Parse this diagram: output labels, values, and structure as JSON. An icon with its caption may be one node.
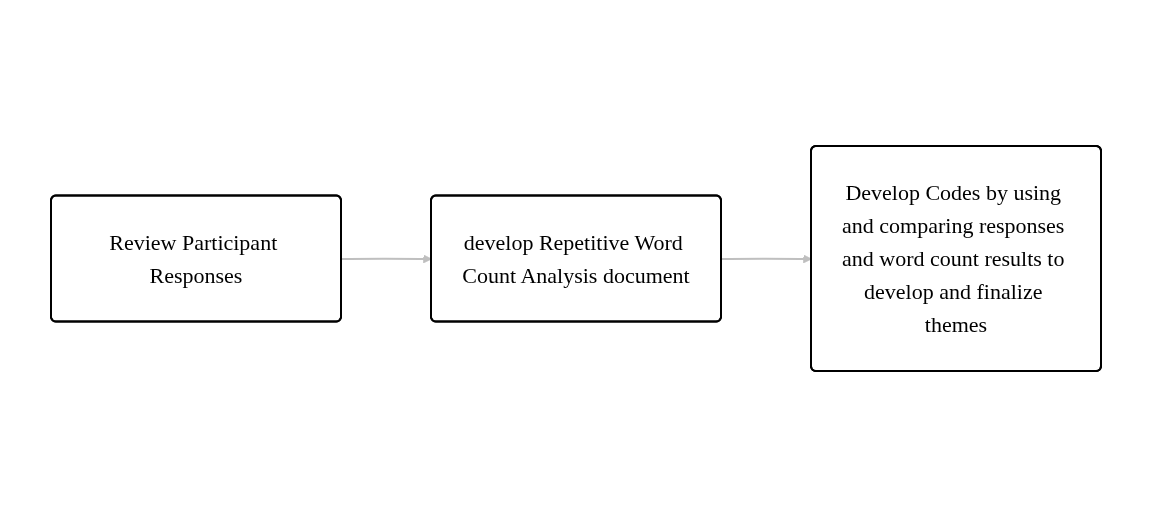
{
  "diagram": {
    "nodes": [
      {
        "text": [
          "Review Participant Responses"
        ]
      },
      {
        "text": [
          "develop Repetitive Word Count Analysis document"
        ]
      },
      {
        "text": [
          "Develop Codes by using and comparing responses and word count results to develop and finalize themes"
        ]
      }
    ],
    "edges": [
      {
        "from": 0,
        "to": 1,
        "arrow": "to"
      },
      {
        "from": 1,
        "to": 2,
        "arrow": "to"
      }
    ]
  }
}
